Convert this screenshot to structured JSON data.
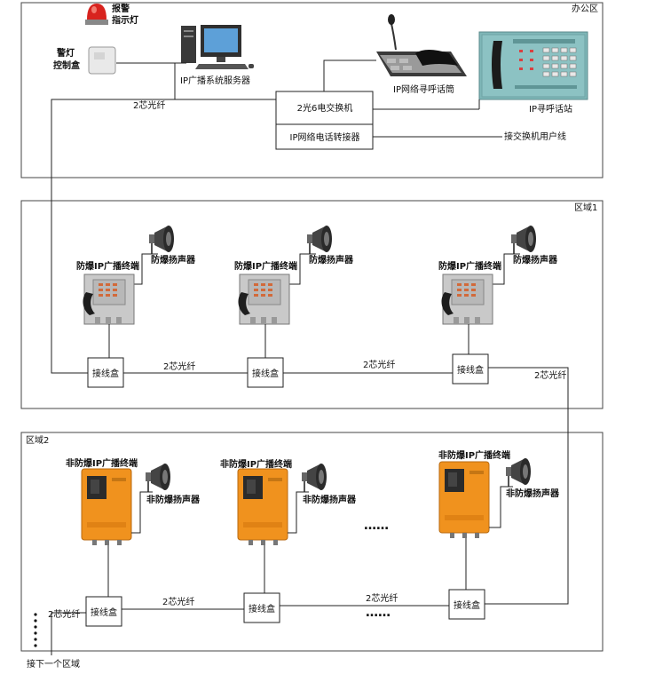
{
  "zones": {
    "office": "办公区",
    "area1": "区域1",
    "area2": "区域2"
  },
  "office": {
    "alarm_light": [
      "报警",
      "指示灯"
    ],
    "lamp_control_box": [
      "警灯",
      "控制盒"
    ],
    "broadcast_server": "IP广播系统服务器",
    "paging_mic": "IP网络寻呼话筒",
    "paging_station": "IP寻呼话站",
    "switch": "2光6电交换机",
    "phone_converter": "IP网络电话转接器",
    "user_line": "接交换机用户线",
    "fiber_to_area1": "2芯光纤"
  },
  "area1": {
    "terminal_label": "防爆IP广播终端",
    "speaker_label": "防爆扬声器",
    "junction_label": "接线盒",
    "fiber_label": "2芯光纤"
  },
  "area2": {
    "terminal_label": "非防爆IP广播终端",
    "speaker_label": "非防爆扬声器",
    "junction_label": "接线盒",
    "fiber_label": "2芯光纤",
    "ellipsis": "……",
    "next_area": "接下一个区域"
  },
  "colors": {
    "orange_terminal": "#f0921e",
    "alarm_red": "#d8231e",
    "panel_teal": "#7fb7b8"
  }
}
